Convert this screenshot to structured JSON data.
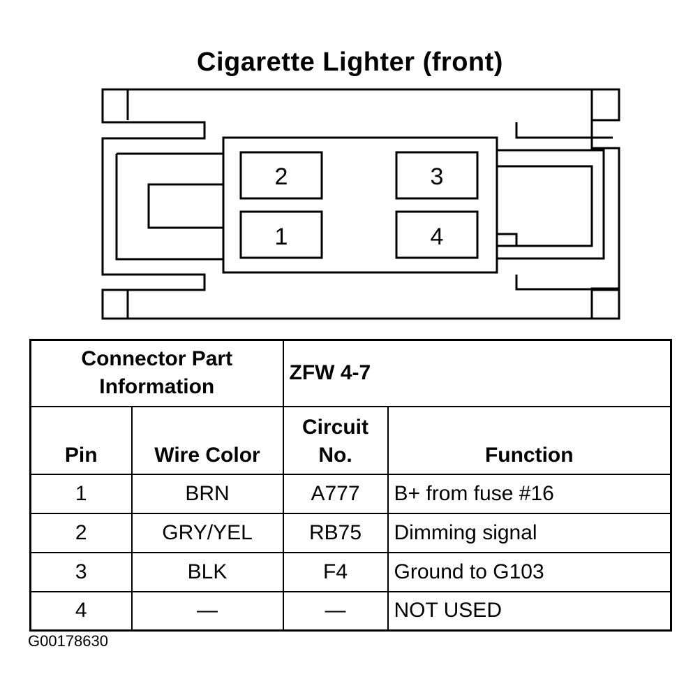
{
  "title": "Cigarette Lighter (front)",
  "connector": {
    "pins": [
      {
        "label": "2",
        "icon": "connector-cavity"
      },
      {
        "label": "3",
        "icon": "connector-cavity"
      },
      {
        "label": "1",
        "icon": "connector-cavity"
      },
      {
        "label": "4",
        "icon": "connector-cavity"
      }
    ]
  },
  "table": {
    "part_info_label_line1": "Connector Part",
    "part_info_label_line2": "Information",
    "part_number": "ZFW 4-7",
    "headers": {
      "pin": "Pin",
      "wire_color": "Wire Color",
      "circuit_line1": "Circuit",
      "circuit_line2": "No.",
      "function": "Function"
    },
    "rows": [
      {
        "pin": "1",
        "wire_color": "BRN",
        "circuit": "A777",
        "function": "B+ from fuse #16"
      },
      {
        "pin": "2",
        "wire_color": "GRY/YEL",
        "circuit": "RB75",
        "function": "Dimming signal"
      },
      {
        "pin": "3",
        "wire_color": "BLK",
        "circuit": "F4",
        "function": "Ground to G103"
      },
      {
        "pin": "4",
        "wire_color": "—",
        "circuit": "—",
        "function": "NOT USED"
      }
    ]
  },
  "figure_id": "G00178630"
}
